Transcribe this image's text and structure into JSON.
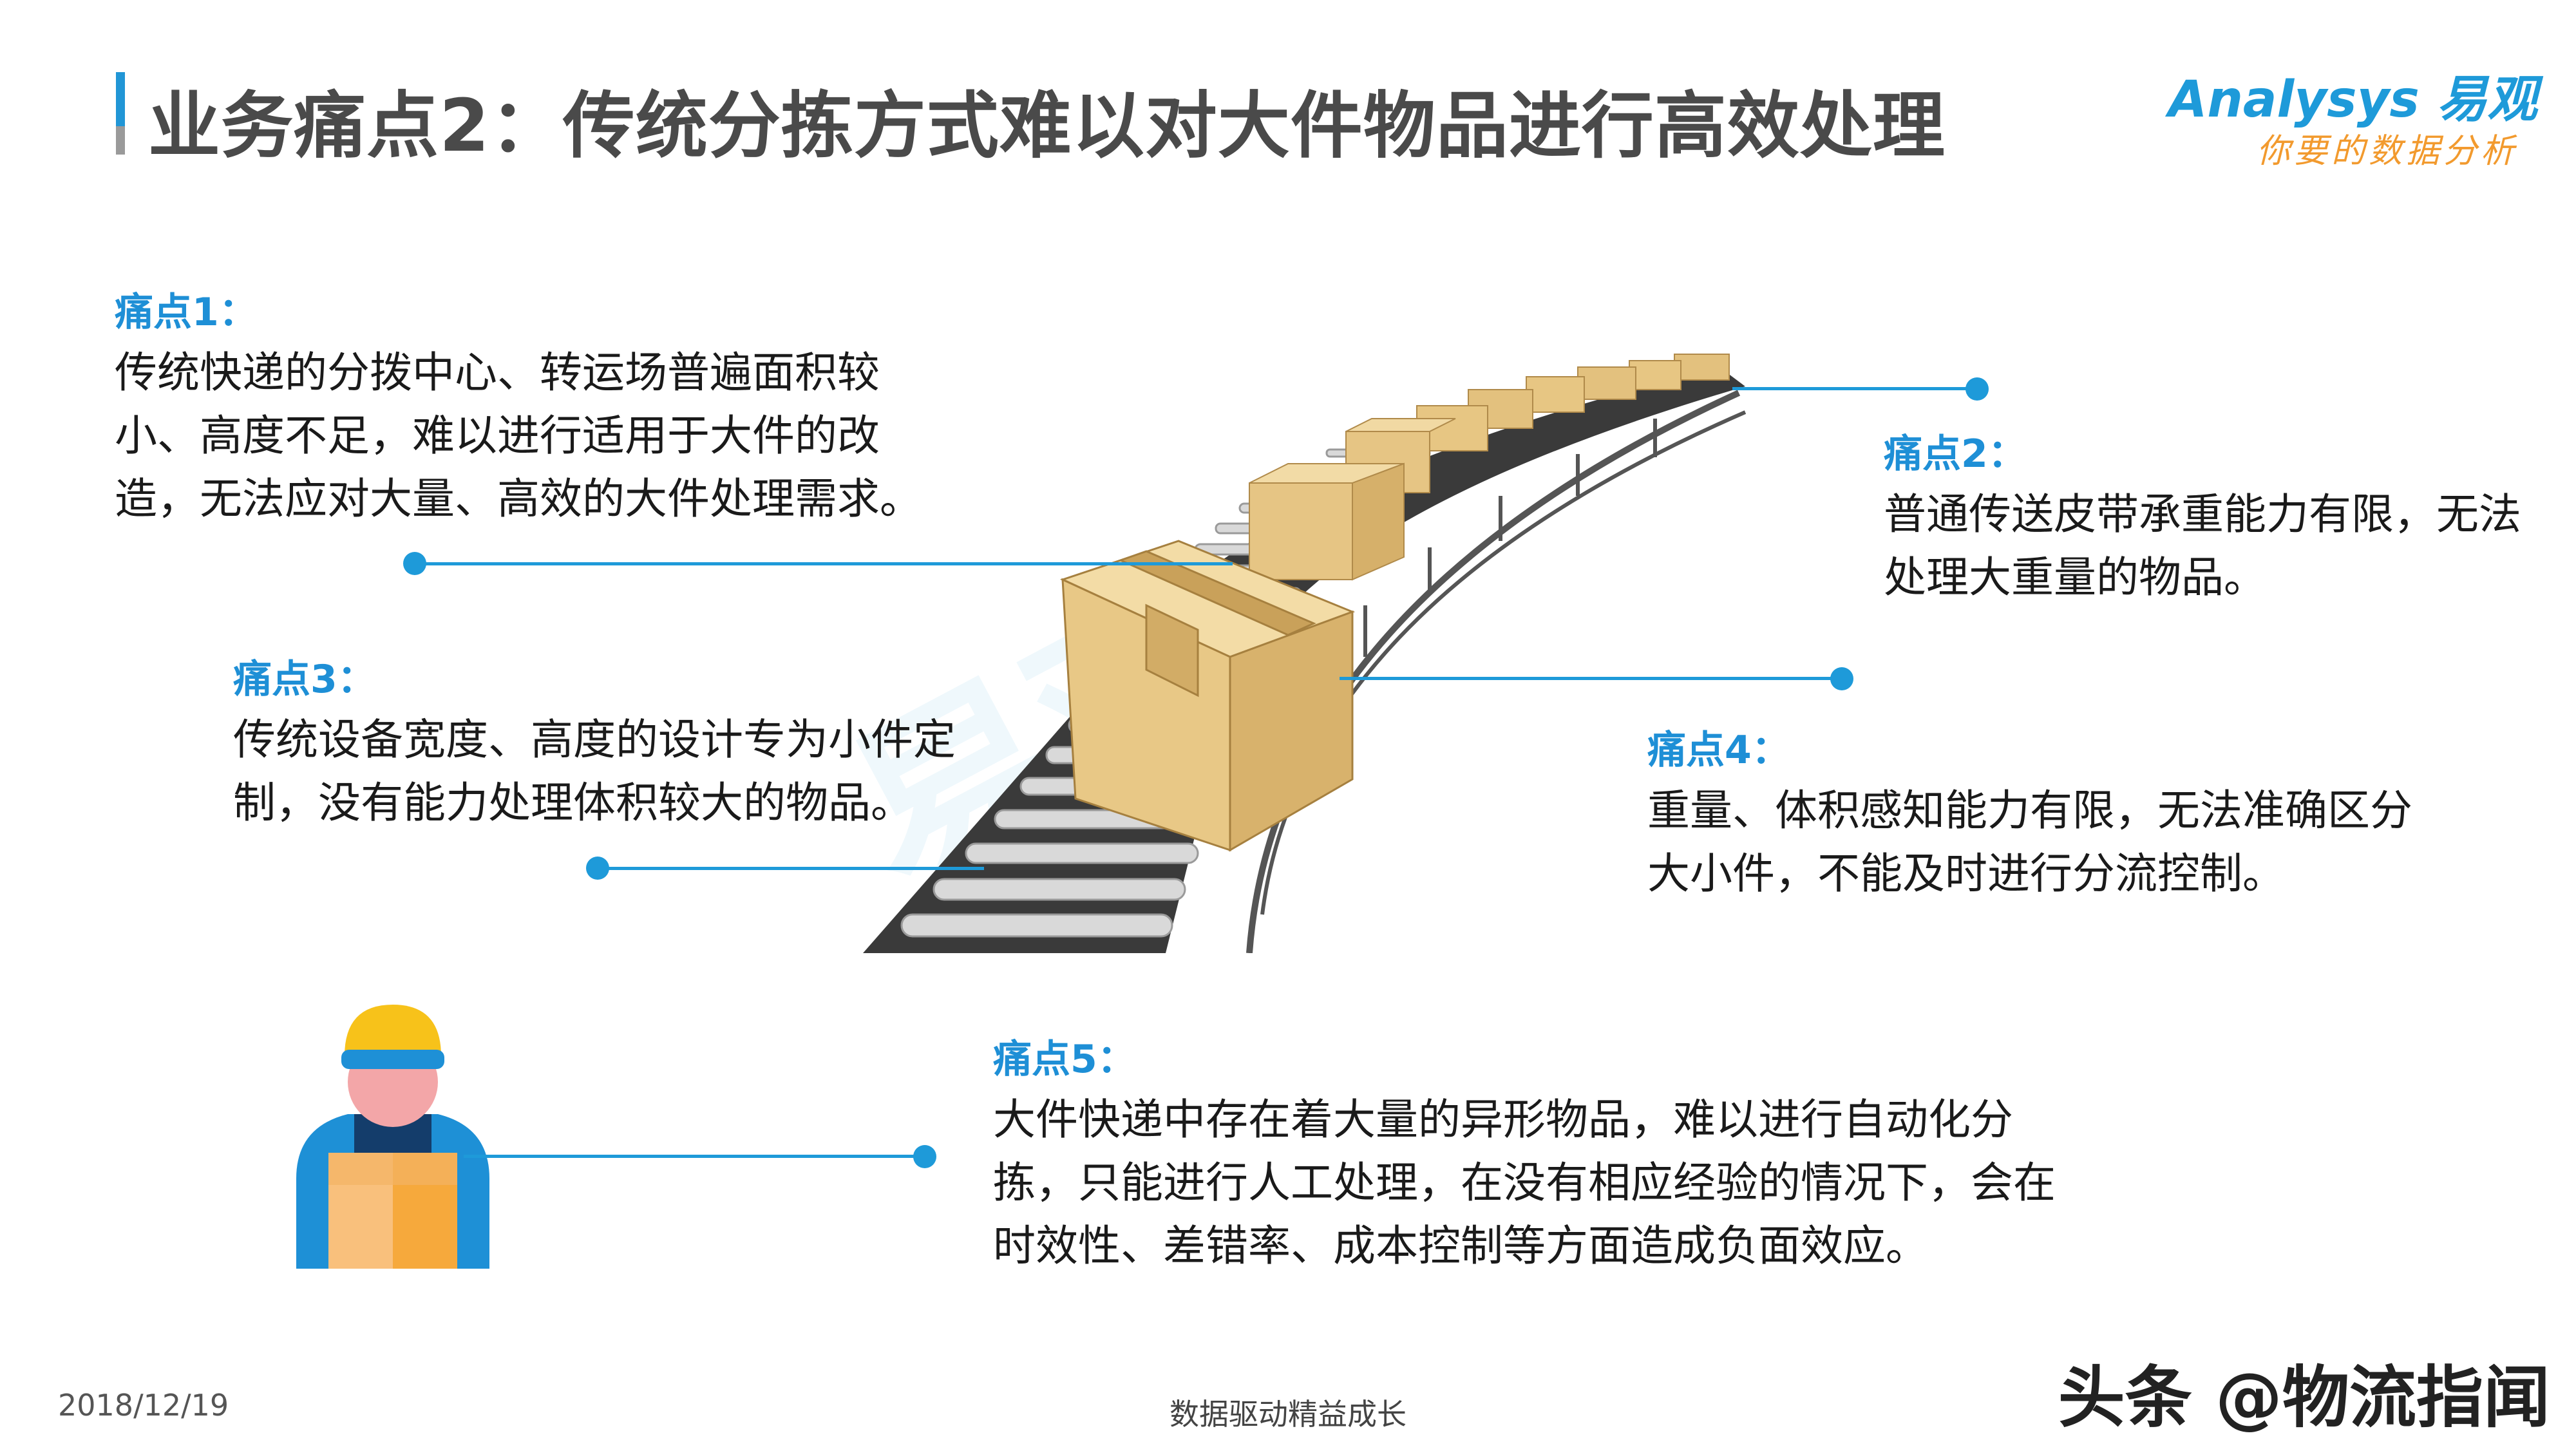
{
  "header": {
    "title": "业务痛点2：传统分拣方式难以对大件物品进行高效处理",
    "logo_brand": "Analysys 易观",
    "logo_slogan": "你要的数据分析"
  },
  "pain_points": [
    {
      "title": "痛点1：",
      "text": "传统快递的分拨中心、转运场普遍面积较小、高度不足，难以进行适用于大件的改造，无法应对大量、高效的大件处理需求。"
    },
    {
      "title": "痛点2：",
      "text": "普通传送皮带承重能力有限，无法处理大重量的物品。"
    },
    {
      "title": "痛点3：",
      "text": "传统设备宽度、高度的设计专为小件定制，没有能力处理体积较大的物品。"
    },
    {
      "title": "痛点4：",
      "text": "重量、体积感知能力有限，无法准确区分大小件，不能及时进行分流控制。"
    },
    {
      "title": "痛点5：",
      "text": "大件快递中存在着大量的异形物品，难以进行自动化分拣，只能进行人工处理，在没有相应经验的情况下，会在时效性、差错率、成本控制等方面造成负面效应。"
    }
  ],
  "footer": {
    "date": "2018/12/19",
    "slogan": "数据驱动精益成长",
    "credit": "头条 @物流指闻"
  },
  "colors": {
    "accent": "#1e9ad9",
    "title_gray": "#4a4a4a",
    "logo_orange": "#f29a2e",
    "box": "#e8c886"
  },
  "icons": {
    "worker": "delivery-worker-icon",
    "conveyor": "conveyor-belt-illustration"
  }
}
